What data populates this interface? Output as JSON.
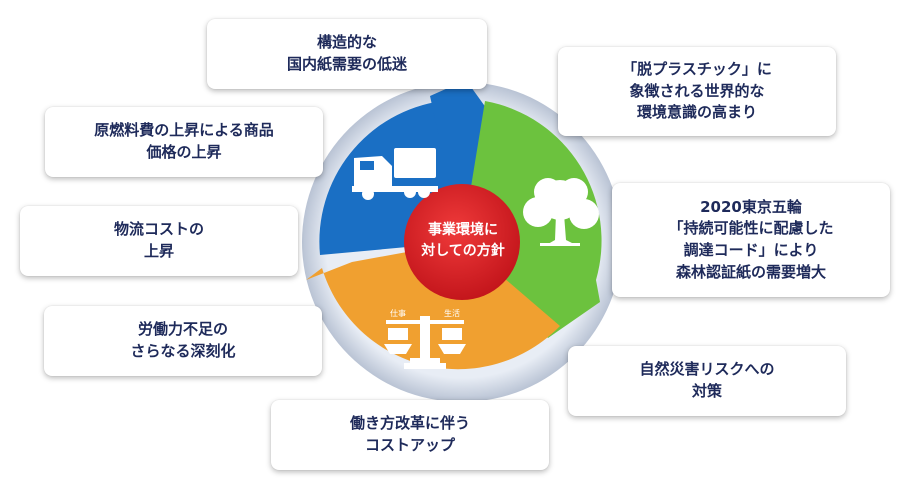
{
  "center": {
    "line1": "事業環境に",
    "line2": "対しての方針"
  },
  "scale_labels": {
    "left": "仕事",
    "right": "生活"
  },
  "cards": {
    "c1": [
      "構造的な",
      "国内紙需要の低迷"
    ],
    "c2": [
      "「脱プラスチック」に",
      "象徴される世界的な",
      "環境意識の高まり"
    ],
    "c3": [
      "原燃料費の上昇による商品",
      "価格の上昇"
    ],
    "c4": [
      "2020東京五輪",
      "「持続可能性に配慮した",
      "調達コード」により",
      "森林認証紙の需要増大"
    ],
    "c5": [
      "物流コストの",
      "上昇"
    ],
    "c6": [
      "労働力不足の",
      "さらなる深刻化"
    ],
    "c7": [
      "自然災害リスクへの",
      "対策"
    ],
    "c8": [
      "働き方改革に伴う",
      "コストアップ"
    ]
  },
  "colors": {
    "blue": "#1a6fc4",
    "green": "#6cc23e",
    "orange": "#f0a030",
    "red": "#d81e22",
    "ring": "#cfd6e3",
    "text": "#1e2a5a"
  },
  "icons": [
    "truck-icon",
    "tree-icon",
    "balance-scale-icon"
  ]
}
